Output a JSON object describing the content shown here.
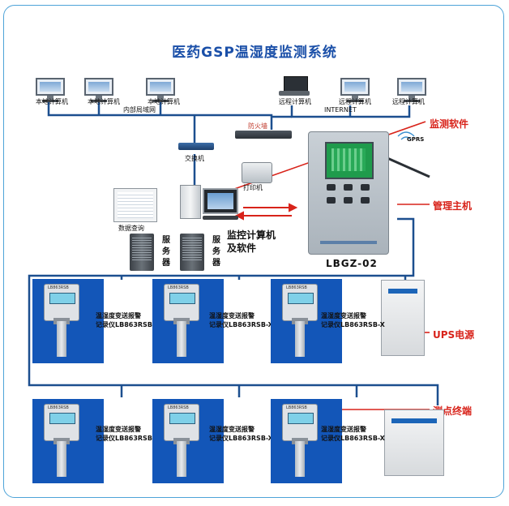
{
  "title": "医药GSP温湿度监测系统",
  "local_network": {
    "computers": [
      "本地计算机",
      "本地计算机",
      "本地计算机"
    ],
    "lan_label": "内部局域网"
  },
  "remote_network": {
    "computers": [
      "远程计算机",
      "远程计算机",
      "远程计算机"
    ],
    "internet_label": "INTERNET"
  },
  "firewall_label": "防火墙",
  "switch_label": "交换机",
  "data_query_label": "数据查询",
  "printer_label": "打印机",
  "server_labels": [
    "服务器",
    "服务器"
  ],
  "monitor_pc_label": "监控计算机及软件",
  "gprs_label": "GPRS",
  "host_model": "LBGZ-02",
  "callouts": {
    "software": "监测软件",
    "host": "管理主机",
    "ups": "UPS电源",
    "terminal": "测点终端"
  },
  "sensor_label_line1": "温湿度变送报警",
  "sensor_label_line2": "记录仪LB863RSB-X",
  "colors": {
    "accent_blue": "#1356b8",
    "callout_red": "#d8231a",
    "line_blue": "#1c4f8f"
  }
}
